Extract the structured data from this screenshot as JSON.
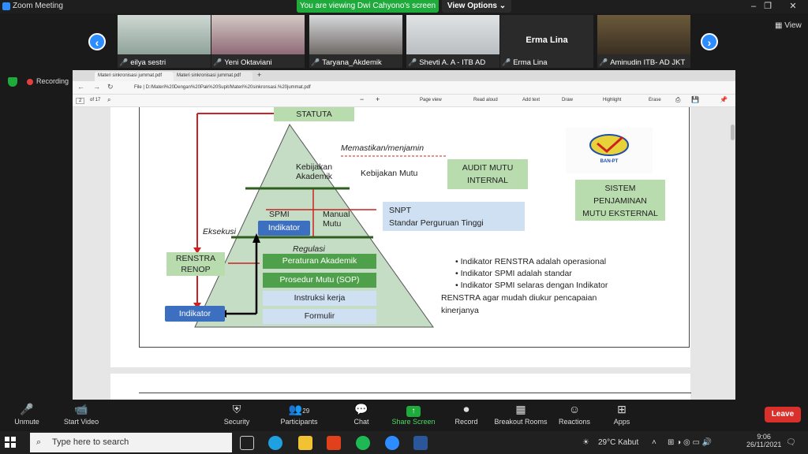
{
  "window": {
    "title": "Zoom Meeting",
    "viewing_banner": "You are viewing Dwi Cahyono's screen",
    "view_options": "View Options"
  },
  "gallery": {
    "participants": [
      "eilya sestri",
      "Yeni Oktaviani",
      "Taryana_Akdemik",
      "Shevti A. A - ITB AD",
      "Erma Lina",
      "Aminudin ITB- AD JKT"
    ],
    "big_name": "Erma Lina",
    "view_label": "View"
  },
  "recording": "Recording",
  "browser": {
    "tabs": [
      "Materi sinkronisasi jummat.pdf",
      "Materi sinkronisasi jummat.pdf"
    ],
    "file_label": "File",
    "url": "D:/Materi%20Dengan%20Pak%20Supit/Materi%20sinkronsasi.%20jummat.pdf",
    "page_num": "2",
    "page_of": "of 17",
    "tools": [
      "Page view",
      "Read aloud",
      "Add text",
      "Draw",
      "Highlight",
      "Erase"
    ]
  },
  "slide": {
    "statuta": "STATUTA",
    "memastikan": "Memastikan/menjamin",
    "kebijakan_akademik": "Kebijakan\nAkademik",
    "kebijakan_mutu": "Kebijakan Mutu",
    "audit": "AUDIT MUTU\nINTERNAL",
    "banpt": "BAN-PT",
    "sistem": "SISTEM\nPENJAMINAN\nMUTU EKSTERNAL",
    "spmi": "SPMI",
    "manual": "Manual\nMutu",
    "snpt": "SNPT",
    "snpt_sub": "Standar Perguruan Tinggi",
    "eksekusi": "Eksekusi",
    "indikator_top": "Indikator",
    "regulasi": "Regulasi",
    "peraturan": "Peraturan Akademik",
    "prosedur": "Prosedur Mutu (SOP)",
    "instruksi": "Instruksi kerja",
    "formulir": "Formulir",
    "renstra": "RENSTRA\nRENOP",
    "indikator_bottom": "Indikator",
    "bullets": [
      "Indikator RENSTRA adalah operasional",
      "Indikator SPMI adalah standar",
      "Indikator SPMI selaras dengan Indikator",
      "RENSTRA agar mudah diukur pencapaian",
      "kinerjanya"
    ]
  },
  "controls": {
    "unmute": "Unmute",
    "start_video": "Start Video",
    "security": "Security",
    "participants": "Participants",
    "participants_count": "29",
    "chat": "Chat",
    "share": "Share Screen",
    "record": "Record",
    "breakout": "Breakout Rooms",
    "reactions": "Reactions",
    "apps": "Apps",
    "leave": "Leave"
  },
  "taskbar": {
    "search_placeholder": "Type here to search",
    "weather": "29°C  Kabut",
    "time": "9:06",
    "date": "26/11/2021"
  },
  "colors": {
    "zoom_blue": "#2d8cff",
    "green_banner": "#1fab3c",
    "leave_red": "#d9302c"
  }
}
